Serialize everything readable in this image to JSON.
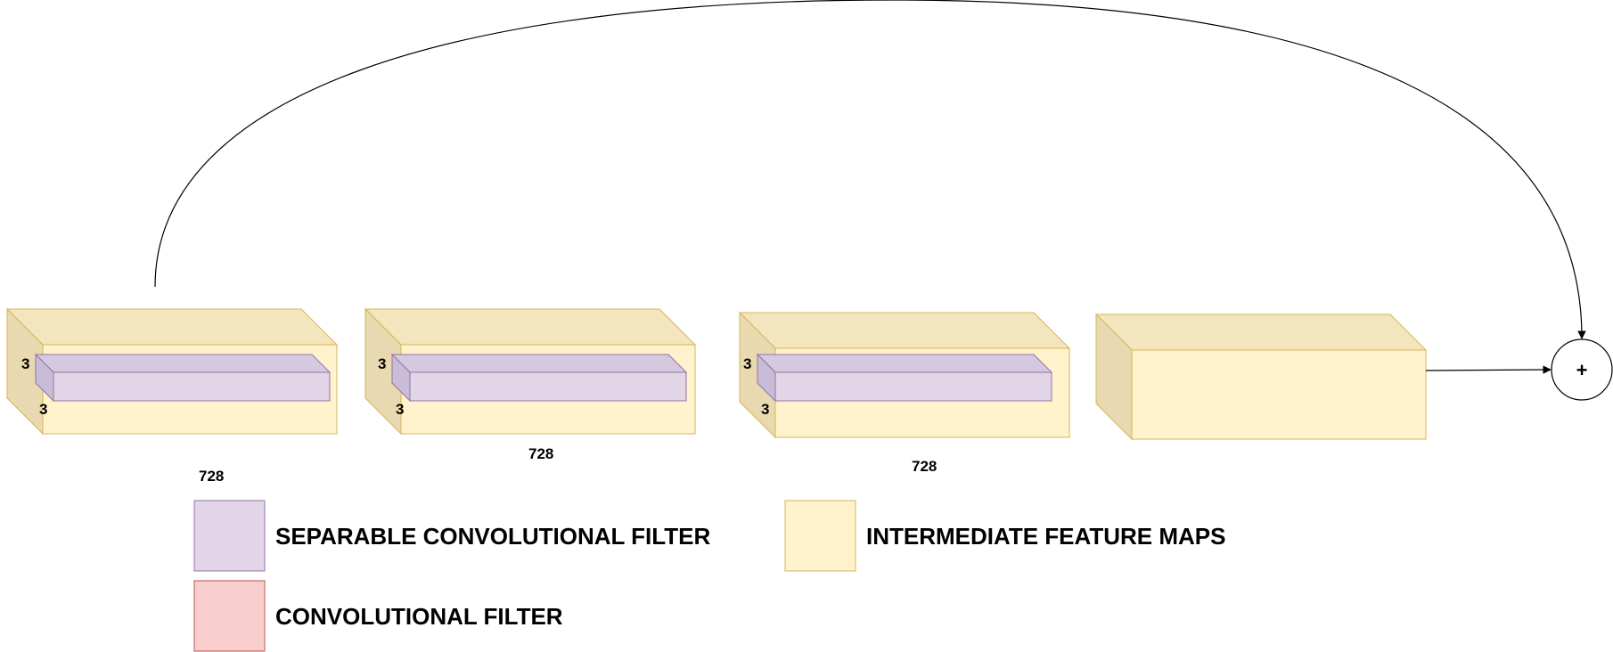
{
  "colors": {
    "feature_map_front": "#fff2cc",
    "feature_map_top": "#f3e5bd",
    "feature_map_side": "#e8d9b0",
    "feature_map_stroke": "#d6b656",
    "separable_filter_front": "#e1d5e7",
    "separable_filter_top": "#d5c9df",
    "separable_filter_side": "#c9bcd6",
    "separable_filter_stroke": "#9673a6",
    "conv_filter_fill": "#f8cecc",
    "conv_filter_stroke": "#b85450",
    "line": "#000000"
  },
  "blocks": [
    {
      "dims": {
        "height": "3",
        "width": "3",
        "depth": "728"
      }
    },
    {
      "dims": {
        "height": "3",
        "width": "3",
        "depth": "728"
      }
    },
    {
      "dims": {
        "height": "3",
        "width": "3",
        "depth": "728"
      }
    },
    {
      "dims": null
    }
  ],
  "add_node": {
    "symbol": "+"
  },
  "legend": {
    "separable_conv_filter": "SEPARABLE CONVOLUTIONAL FILTER",
    "intermediate_feature_maps": "INTERMEDIATE FEATURE MAPS",
    "conv_filter": "CONVOLUTIONAL FILTER"
  }
}
